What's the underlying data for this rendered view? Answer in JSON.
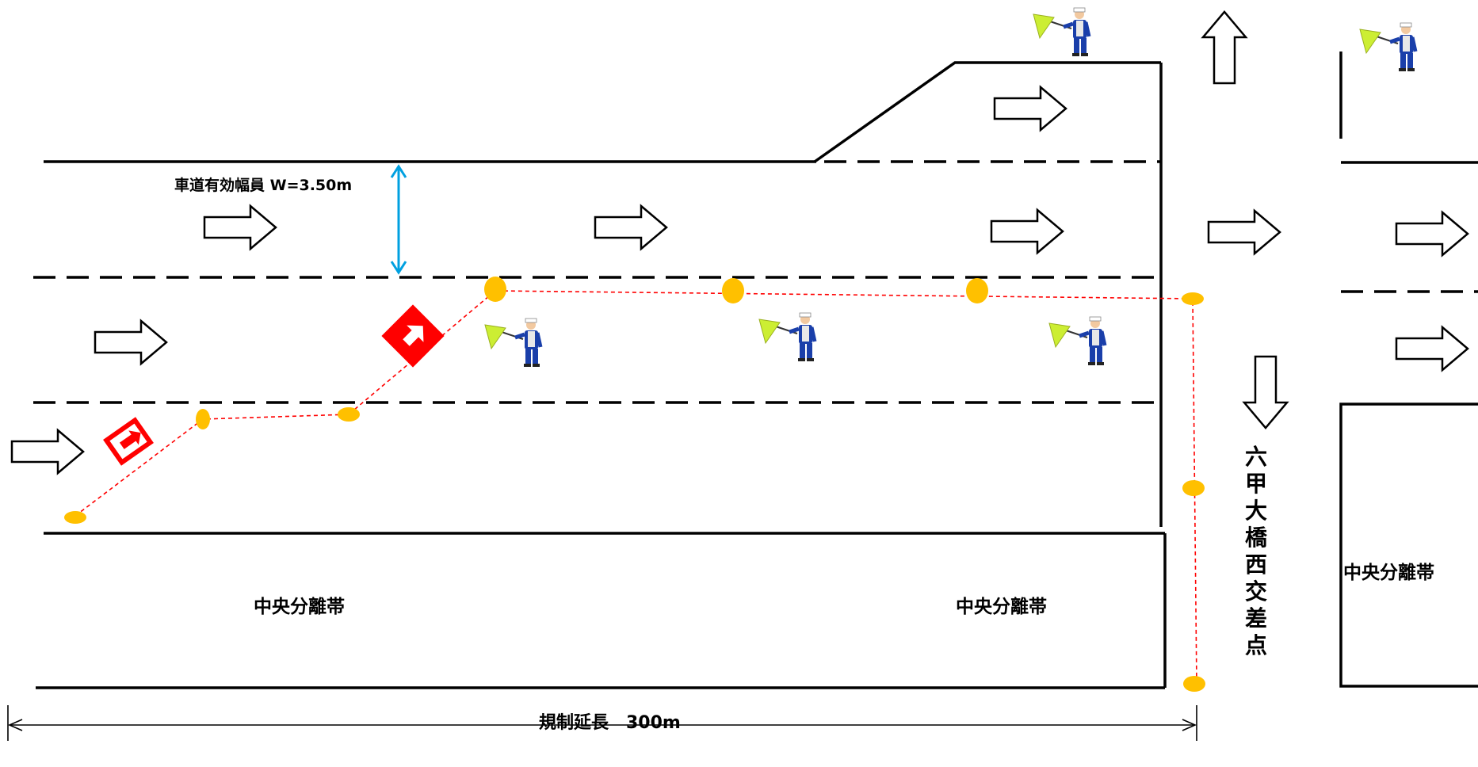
{
  "labels": {
    "lane_width": "車道有効幅員 W=3.50m",
    "median_left": "中央分離帯",
    "median_mid": "中央分離帯",
    "median_right": "中央分離帯",
    "regulation_length": "規制延長　300m",
    "intersection": "六甲大橋西交差点"
  },
  "icons": {
    "traffic_arrow": "hollow-arrow-icon",
    "direction_sign": "red-arrow-sign-icon",
    "cone": "yellow-cone-icon",
    "flagger": "flagger-icon",
    "dimension": "double-arrow-icon"
  },
  "colors": {
    "road_line": "#000000",
    "taper_line": "#ff0000",
    "cone": "#ffc000",
    "sign": "#ff0000",
    "dimension": "#00a0e0",
    "flag": "#ccee33",
    "uniform": "#1a3faa"
  }
}
